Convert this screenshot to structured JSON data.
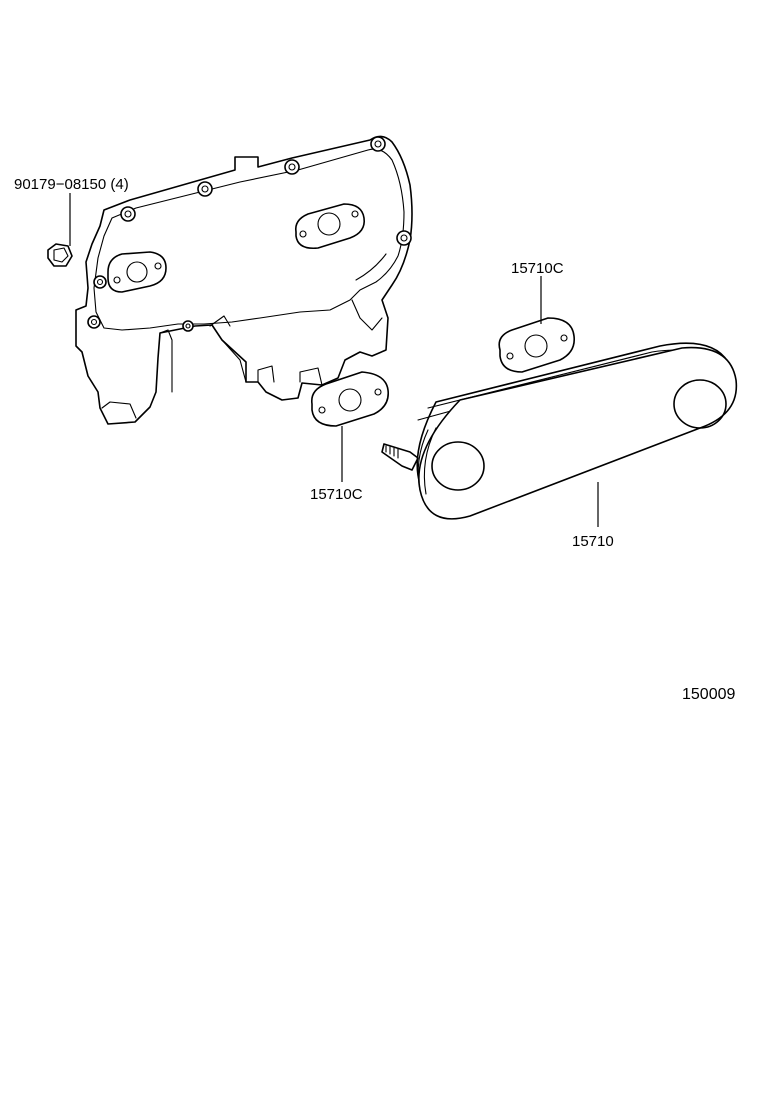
{
  "labels": {
    "nut": "90179−08150 (4)",
    "gasket_upper": "15710C",
    "gasket_lower": "15710C",
    "cooler": "15710"
  },
  "figure_number": "150009"
}
